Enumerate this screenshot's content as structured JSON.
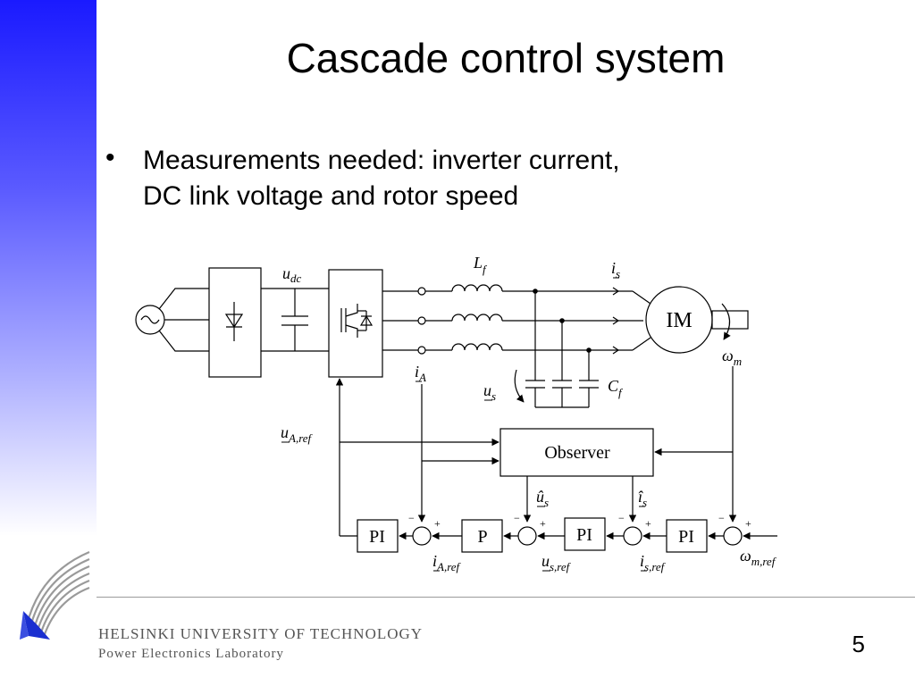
{
  "slide": {
    "title": "Cascade control system",
    "bullet_marker": "•",
    "bullet_lines": [
      "Measurements needed: inverter current,",
      "DC link voltage and rotor speed"
    ],
    "page_number": "5"
  },
  "footer": {
    "university": "HELSINKI UNIVERSITY OF TECHNOLOGY",
    "lab": "Power Electronics Laboratory"
  },
  "diagram": {
    "labels": {
      "u_dc": "u",
      "u_dc_sub": "dc",
      "L_f": "L",
      "L_f_sub": "f",
      "i_s": "i",
      "i_s_sub": "s",
      "motor": "IM",
      "omega_m": "ω",
      "omega_m_sub": "m",
      "i_A": "i",
      "i_A_sub": "A",
      "u_s": "u",
      "u_s_sub": "s",
      "C_f": "C",
      "C_f_sub": "f",
      "u_A_ref": "u",
      "u_A_ref_sub": "A,ref",
      "u_hat_s": "û",
      "u_hat_s_sub": "s",
      "i_hat_s": "î",
      "i_hat_s_sub": "s",
      "i_A_ref": "i",
      "i_A_ref_sub": "A,ref",
      "u_s_ref": "u",
      "u_s_ref_sub": "s,ref",
      "i_s_ref": "i",
      "i_s_ref_sub": "s,ref",
      "omega_m_ref": "ω",
      "omega_m_ref_sub": "m,ref"
    },
    "blocks": {
      "observer": "Observer",
      "pi_1": "PI",
      "p": "P",
      "pi_2": "PI",
      "pi_3": "PI"
    },
    "signs": {
      "minus": "−",
      "plus": "+"
    }
  }
}
